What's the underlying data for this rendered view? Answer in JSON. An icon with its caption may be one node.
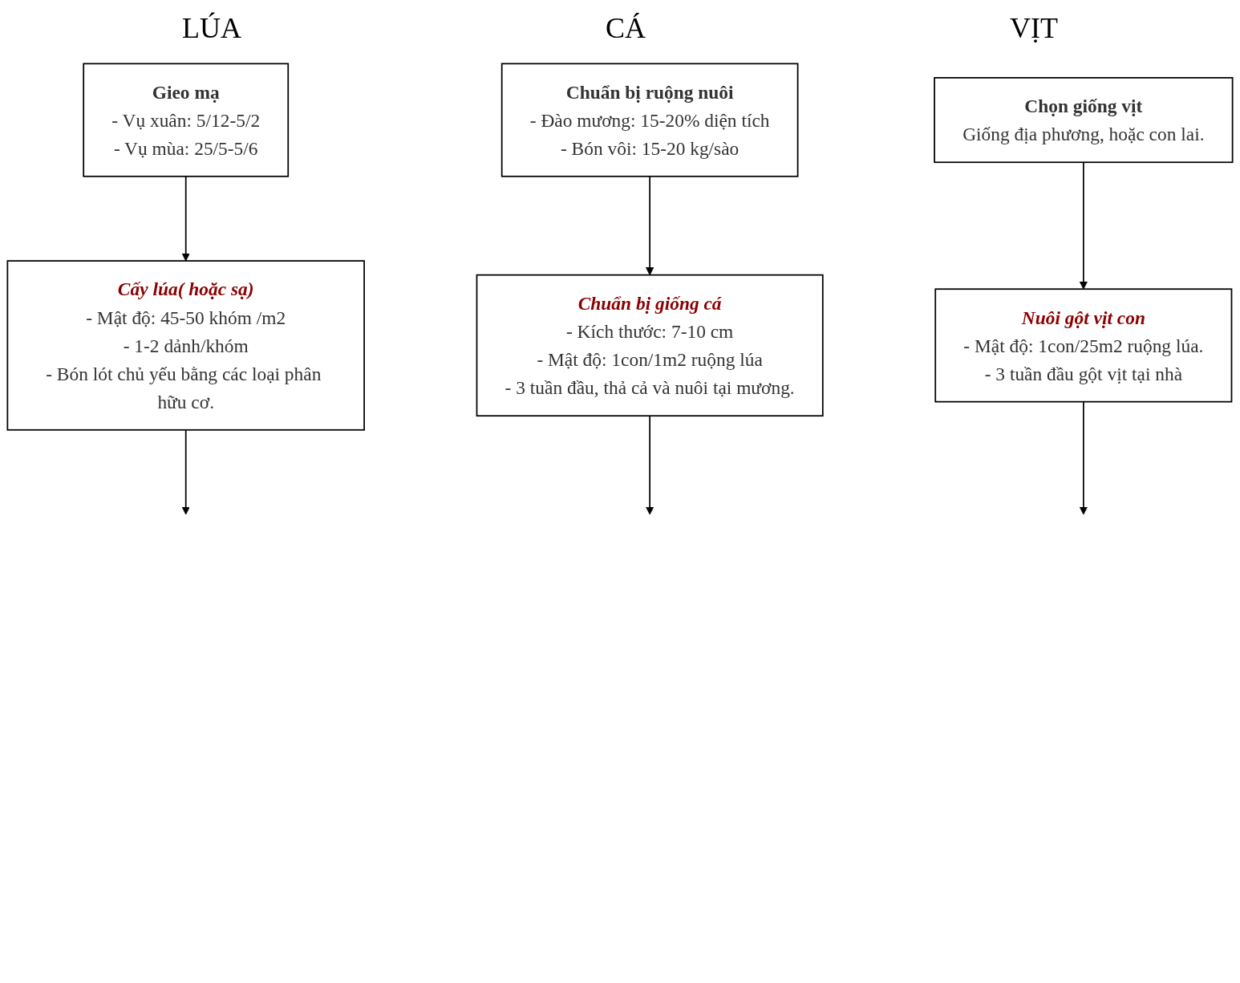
{
  "diagram": {
    "nodes": [
      {
        "text": [
          "Gieo mạ",
          "- Vụ xuân: 5/12-5/2",
          "- Vụ mùa: 25/5-5/6"
        ]
      },
      {
        "text": [
          "Chuẩn bị ruộng nuôi",
          "- Đào mương: 15-20% diện tích",
          "- Bón vôi: 15-20 kg/sào"
        ]
      },
      {
        "text": [
          "Chọn giống vịt",
          "Giống địa phương, hoặc con lai."
        ]
      },
      {
        "text": [
          "Cấy lúa( hoặc sạ)",
          "- Mật độ: 45-50 khóm /m2",
          "- 1-2 dảnh/khóm",
          "- Bón lót chủ yếu bằng các loại phân hữu cơ."
        ]
      },
      {
        "text": [
          "Chuẩn bị giống cá",
          "- Kích thước: 7-10 cm",
          "- Mật độ: 1con/1m2 ruộng lúa",
          "- 3 tuần đầu, thả cả và nuôi tại mương."
        ]
      },
      {
        "text": [
          "Nuôi gột vịt con",
          "- Mật độ: 1con/25m2 ruộng lúa.",
          "- 3 tuần đầu gột vịt tại nhà"
        ]
      }
    ],
    "edges": [
      {
        "from": 0,
        "to": 3,
        "arrow": "to"
      },
      {
        "from": 1,
        "to": 4,
        "arrow": "to"
      },
      {
        "from": 2,
        "to": 5,
        "arrow": "to"
      },
      {
        "from": 3,
        "to": null,
        "arrow": "to"
      },
      {
        "from": 4,
        "to": null,
        "arrow": "to"
      },
      {
        "from": 5,
        "to": null,
        "arrow": "to"
      }
    ],
    "labels": [
      "LÚA",
      "CÁ",
      "VỊT"
    ]
  }
}
